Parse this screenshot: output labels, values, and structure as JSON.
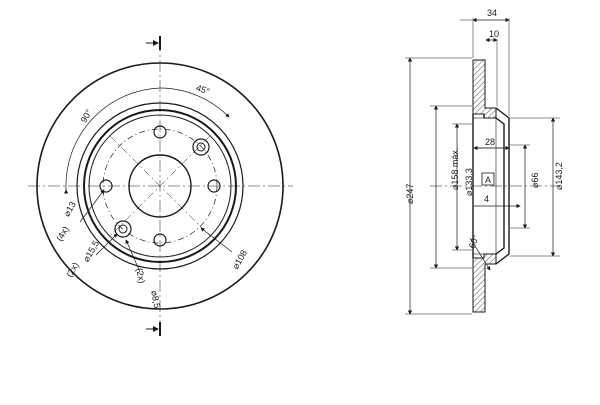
{
  "front_view": {
    "angle_90": "90°",
    "angle_45": "45°",
    "holes_4x": "(4x)",
    "dia_13": "⌀13",
    "holes_2x": "(2x)",
    "dia_15_5": "⌀15,5",
    "holes_2x_b": "(2x)",
    "dia_8_5": "⌀8,5",
    "dia_108": "⌀108"
  },
  "section_view": {
    "dim_34": "34",
    "dim_10": "10",
    "dim_28": "28",
    "dim_4": "4",
    "label_A": "A",
    "dia_247": "⌀247",
    "dia_158": "⌀158 máx.",
    "dia_133_3": "⌀133,3",
    "dia_66": "⌀66",
    "dia_143_2": "⌀143,2",
    "angle_60": "60°"
  },
  "colors": {
    "ink": "#1a1a1a",
    "hatch": "#555555",
    "disc_fill": "#ffffff"
  }
}
